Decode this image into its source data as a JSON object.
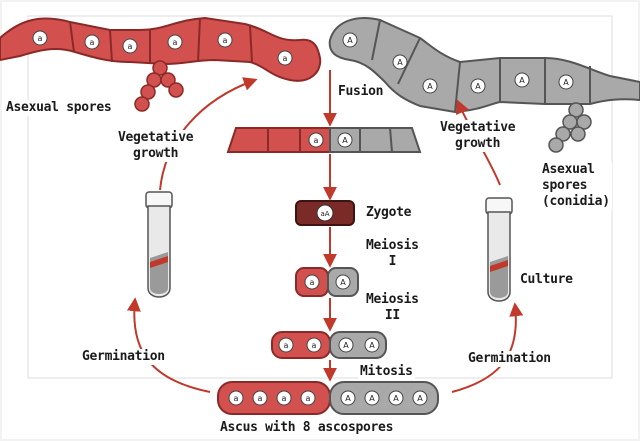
{
  "labels": {
    "asexual_spores_left": "Asexual spores",
    "vegetative_growth_left": "Vegetative\ngrowth",
    "fusion": "Fusion",
    "vegetative_growth_right": "Vegetative\ngrowth",
    "asexual_spores_right": "Asexual\nspores\n(conidia)",
    "zygote": "Zygote",
    "meiosis_1": "Meiosis\nI",
    "meiosis_2": "Meiosis\nII",
    "culture": "Culture",
    "germination_left": "Germination",
    "germination_right": "Germination",
    "mitosis": "Mitosis",
    "ascus": "Ascus with 8 ascospores"
  },
  "nucleus_labels": {
    "a_type": "a",
    "A_type": "A",
    "zygote": "aA"
  },
  "colors": {
    "red_strain": "#d2504e",
    "red_dark": "#8a2a28",
    "gray_strain": "#a9a9a9",
    "gray_dark": "#555555",
    "zygote": "#7a2b27",
    "arrow_red": "#c0392b",
    "frame": "#ffffff"
  }
}
